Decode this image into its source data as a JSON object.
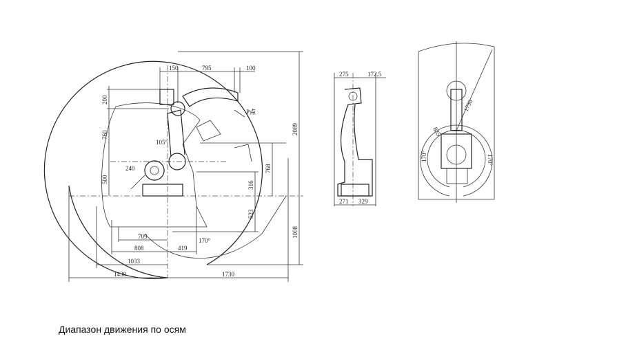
{
  "side_view": {
    "top_dims": [
      "150",
      "795",
      "100"
    ],
    "left_dims": [
      "200",
      "760",
      "500"
    ],
    "right_dims": [
      "768",
      "316",
      "523"
    ],
    "total_height": "2089",
    "below_ground": "1008",
    "bottom_dims": [
      "709",
      "808",
      "419",
      "1033",
      "1430",
      "1730"
    ],
    "angles": [
      "105°",
      "240",
      "170°"
    ],
    "point_label": "P点"
  },
  "front_view": {
    "top_dims": [
      "275",
      "172.5"
    ],
    "bottom_dims": [
      "271",
      "329"
    ]
  },
  "top_view": {
    "angles": [
      "170°",
      "170°"
    ],
    "radius_labels": [
      "1730",
      "835"
    ]
  },
  "caption": "Диапазон движения по осям"
}
